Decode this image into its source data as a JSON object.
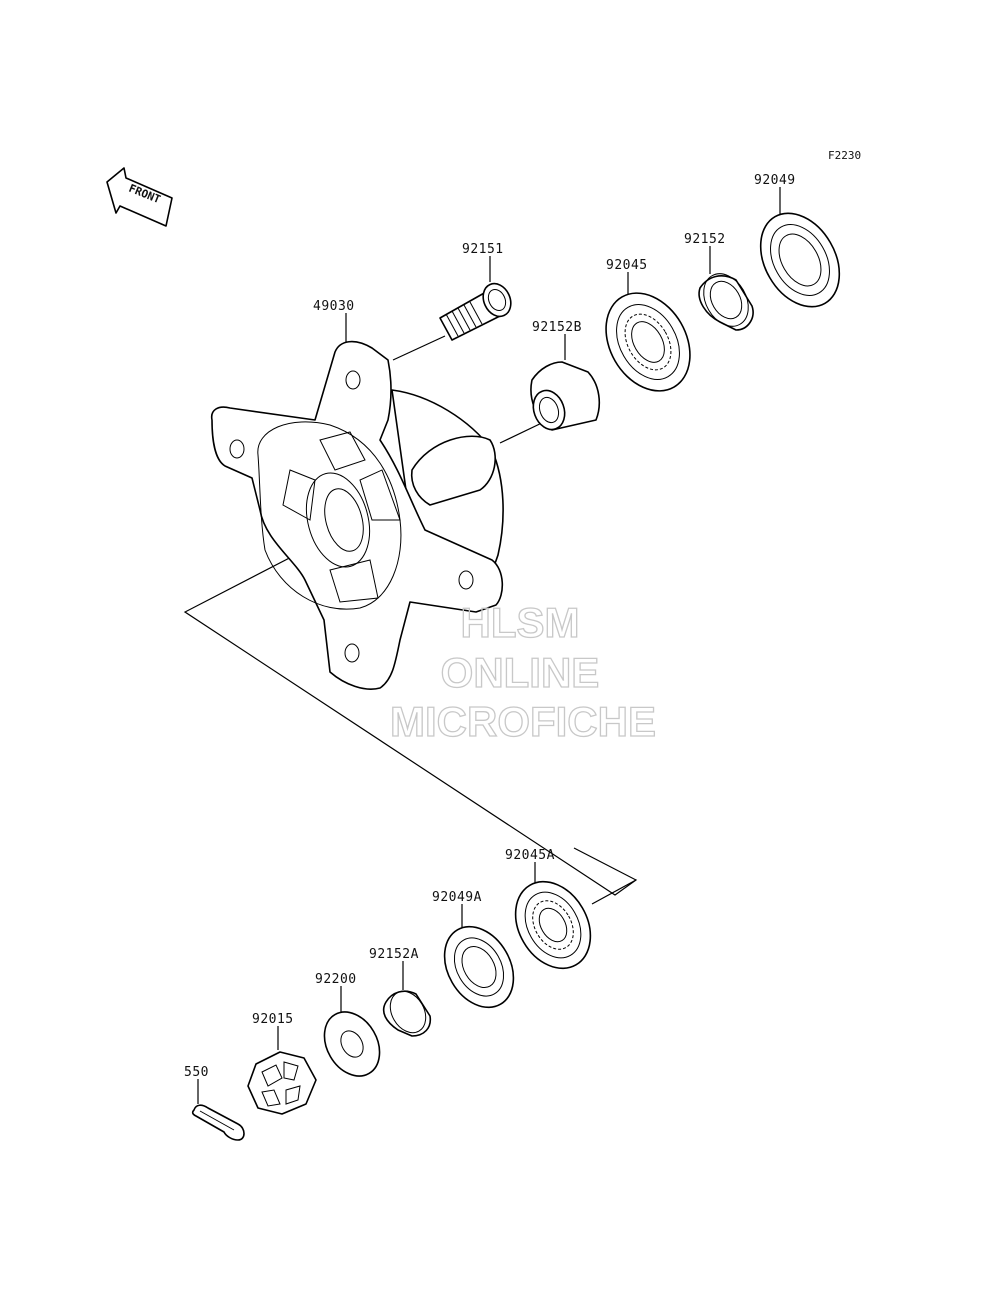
{
  "diagram_code": "F2230",
  "front_label": "FRONT",
  "watermark": [
    "HLSM",
    "ONLINE",
    "MICROFICHE"
  ],
  "parts": {
    "hub": "49030",
    "stud": "92151",
    "spacer_b": "92152B",
    "bearing": "92045",
    "collar": "92152",
    "seal": "92049",
    "bearing_a": "92045A",
    "seal_a": "92049A",
    "collar_a": "92152A",
    "washer": "92200",
    "nut": "92015",
    "cotter_pin": "550"
  }
}
